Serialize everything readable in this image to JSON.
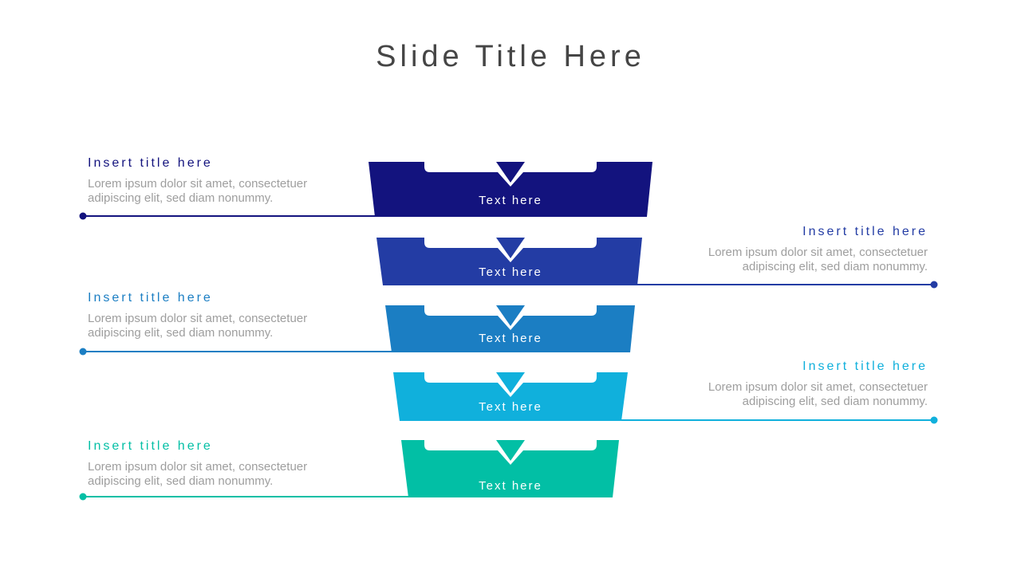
{
  "slide": {
    "title": "Slide Title Here",
    "title_color": "#454545",
    "background": "#ffffff"
  },
  "text_colors": {
    "body": "#9e9e9e"
  },
  "funnel": {
    "items": [
      {
        "bar_label": "Text here",
        "color": "#13137e",
        "side": "left",
        "title": "Insert title here",
        "description": "Lorem ipsum dolor sit amet, consectetuer adipiscing elit, sed diam nonummy."
      },
      {
        "bar_label": "Text here",
        "color": "#233ca4",
        "side": "right",
        "title": "Insert title here",
        "description": "Lorem ipsum dolor sit amet, consectetuer adipiscing elit, sed diam nonummy."
      },
      {
        "bar_label": "Text here",
        "color": "#1b7ec3",
        "side": "left",
        "title": "Insert title here",
        "description": "Lorem ipsum dolor sit amet, consectetuer adipiscing elit, sed diam nonummy."
      },
      {
        "bar_label": "Text here",
        "color": "#10b0dc",
        "side": "right",
        "title": "Insert title here",
        "description": "Lorem ipsum dolor sit amet, consectetuer adipiscing elit, sed diam nonummy."
      },
      {
        "bar_label": "Text here",
        "color": "#02bfa5",
        "side": "left",
        "title": "Insert title here",
        "description": "Lorem ipsum dolor sit amet, consectetuer adipiscing elit, sed diam nonummy."
      }
    ]
  }
}
